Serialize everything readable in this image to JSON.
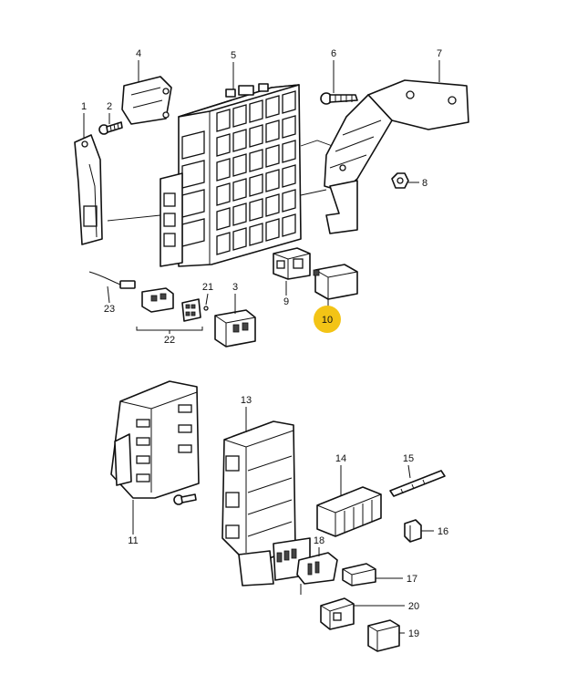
{
  "diagram": {
    "callouts": [
      {
        "id": "1",
        "text": "1"
      },
      {
        "id": "2",
        "text": "2"
      },
      {
        "id": "3",
        "text": "3"
      },
      {
        "id": "4",
        "text": "4"
      },
      {
        "id": "5",
        "text": "5"
      },
      {
        "id": "6",
        "text": "6"
      },
      {
        "id": "7",
        "text": "7"
      },
      {
        "id": "8",
        "text": "8"
      },
      {
        "id": "9",
        "text": "9"
      },
      {
        "id": "10",
        "text": "10"
      },
      {
        "id": "11",
        "text": "11"
      },
      {
        "id": "13",
        "text": "13"
      },
      {
        "id": "14",
        "text": "14"
      },
      {
        "id": "15",
        "text": "15"
      },
      {
        "id": "16",
        "text": "16"
      },
      {
        "id": "17",
        "text": "17"
      },
      {
        "id": "18",
        "text": "18"
      },
      {
        "id": "19",
        "text": "19"
      },
      {
        "id": "20",
        "text": "20"
      },
      {
        "id": "21",
        "text": "21"
      },
      {
        "id": "22",
        "text": "22"
      },
      {
        "id": "23",
        "text": "23"
      }
    ],
    "highlight": {
      "callout": "10",
      "color": "#f3c416"
    }
  }
}
